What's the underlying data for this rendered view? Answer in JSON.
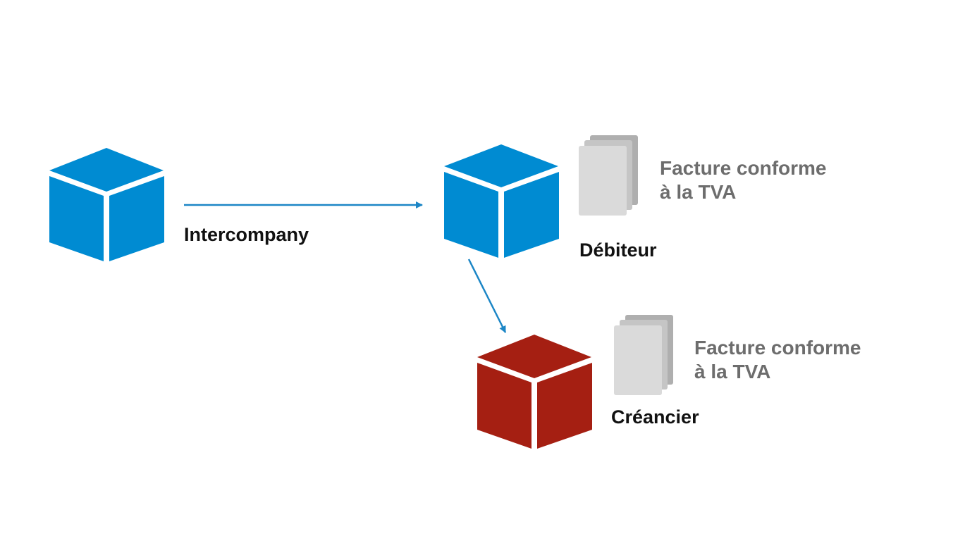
{
  "colors": {
    "blue": "#008bd2",
    "red": "#a51f12",
    "arrow": "#1c86c6",
    "label": "#111111",
    "doc_text": "#6d6d6d",
    "doc_front": "#dadada",
    "doc_mid": "#c5c5c5",
    "doc_back": "#afafaf"
  },
  "nodes": {
    "intercompany": {
      "label": "Intercompany",
      "color_key": "blue",
      "icon": "cube-icon"
    },
    "debiteur": {
      "label": "Débiteur",
      "color_key": "blue",
      "icon": "cube-icon",
      "document": {
        "icon": "document-stack-icon",
        "line1": "Facture conforme",
        "line2": "à la TVA"
      }
    },
    "creancier": {
      "label": "Créancier",
      "color_key": "red",
      "icon": "cube-icon",
      "document": {
        "icon": "document-stack-icon",
        "line1": "Facture conforme",
        "line2": "à la TVA"
      }
    }
  },
  "edges": [
    {
      "from": "intercompany",
      "to": "debiteur"
    },
    {
      "from": "debiteur",
      "to": "creancier"
    }
  ]
}
